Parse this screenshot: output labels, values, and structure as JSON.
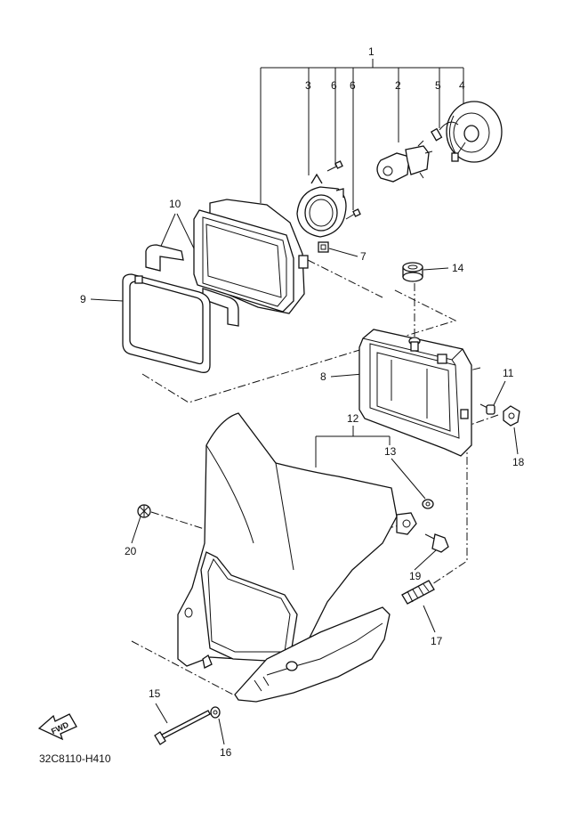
{
  "callouts": [
    "1",
    "2",
    "3",
    "4",
    "5",
    "6",
    "6",
    "7",
    "8",
    "9",
    "10",
    "11",
    "12",
    "13",
    "14",
    "15",
    "16",
    "17",
    "18",
    "19",
    "20"
  ],
  "diagram_code": "32C8110-H410",
  "fwd_label": "FWD"
}
